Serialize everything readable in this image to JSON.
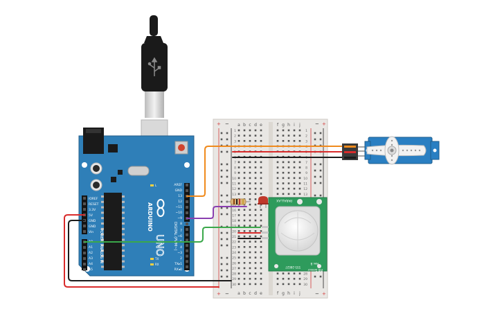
{
  "colors": {
    "board": "#2f7fb8",
    "board_dark": "#1f5e8c",
    "breadboard": "#e9e7e4",
    "rail_red": "#d33a3a",
    "rail_black": "#222222",
    "wire_orange": "#f08a1c",
    "wire_red": "#d92b2b",
    "wire_black": "#1b1b1b",
    "wire_purple": "#8a3fb0",
    "wire_green": "#3aa84a",
    "pir_board": "#2e9b5c",
    "servo_blue": "#2a7fc2",
    "led_red": "#c0392b"
  },
  "arduino": {
    "brand": "ARDUINO",
    "model": "UNO",
    "ioref": "IOREF",
    "reset": "RESET",
    "v33": "3.3V",
    "v5": "5V",
    "gnd1": "GND",
    "gnd2": "GND",
    "vin": "Vin",
    "a0": "A0",
    "a1": "A1",
    "a2": "A2",
    "a3": "A3",
    "a4": "A4",
    "a5": "A5",
    "power_label": "POWER",
    "analog_label": "ANALOG IN",
    "aref": "AREF",
    "gnd_top": "GND",
    "d13": "13",
    "d12": "12",
    "d11": "~11",
    "d10": "~10",
    "d9": "~9",
    "d8": "8",
    "d7": "7",
    "d6": "~6",
    "d5": "~5",
    "d4": "4",
    "d3": "~3",
    "d2": "2",
    "tx": "TX▸1",
    "rx": "RX◂0",
    "digital_label": "DIGITAL (PWM~)",
    "led_l": "L",
    "led_tx": "TX",
    "led_rx": "RX"
  },
  "breadboard": {
    "cols_left": [
      "a",
      "b",
      "c",
      "d",
      "e"
    ],
    "cols_right": [
      "f",
      "g",
      "h",
      "i",
      "j"
    ],
    "plus": "+",
    "minus": "−",
    "row_numbers": [
      "1",
      "2",
      "3",
      "4",
      "5",
      "6",
      "7",
      "8",
      "9",
      "10",
      "11",
      "12",
      "13",
      "14",
      "15",
      "16",
      "17",
      "18",
      "19",
      "20",
      "21",
      "22",
      "23",
      "24",
      "25",
      "26",
      "27",
      "28",
      "29",
      "30"
    ]
  },
  "pir": {
    "label_top": "PARALLAX",
    "label_bottom": "PIR Sensor",
    "part_no": "555-28027",
    "rev": "Rev B"
  },
  "icons": {
    "usb": "usb-icon"
  }
}
